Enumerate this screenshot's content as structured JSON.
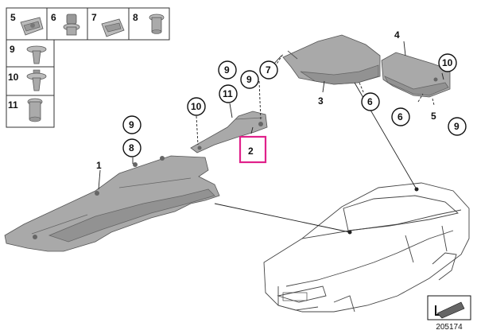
{
  "legend": {
    "items": [
      {
        "num": "5",
        "icon": "clip-nut-icon"
      },
      {
        "num": "6",
        "icon": "expansion-nut-icon"
      },
      {
        "num": "7",
        "icon": "spring-clip-icon"
      },
      {
        "num": "8",
        "icon": "plastic-rivet-icon"
      },
      {
        "num": "9",
        "icon": "push-rivet-icon"
      },
      {
        "num": "10",
        "icon": "expanding-rivet-icon"
      },
      {
        "num": "11",
        "icon": "grommet-icon"
      }
    ]
  },
  "callouts": {
    "p1": "1",
    "p2": "2",
    "p3": "3",
    "p4": "4",
    "c9a": "9",
    "c8": "8",
    "c10a": "10",
    "c11": "11",
    "c9b": "9",
    "c9c": "9",
    "c7": "7",
    "c6a": "6",
    "c10b": "10",
    "c6b": "6",
    "c5": "5",
    "c9d": "9"
  },
  "highlight": {
    "part": "2",
    "color": "#e0218a"
  },
  "diagram_number": "205174"
}
